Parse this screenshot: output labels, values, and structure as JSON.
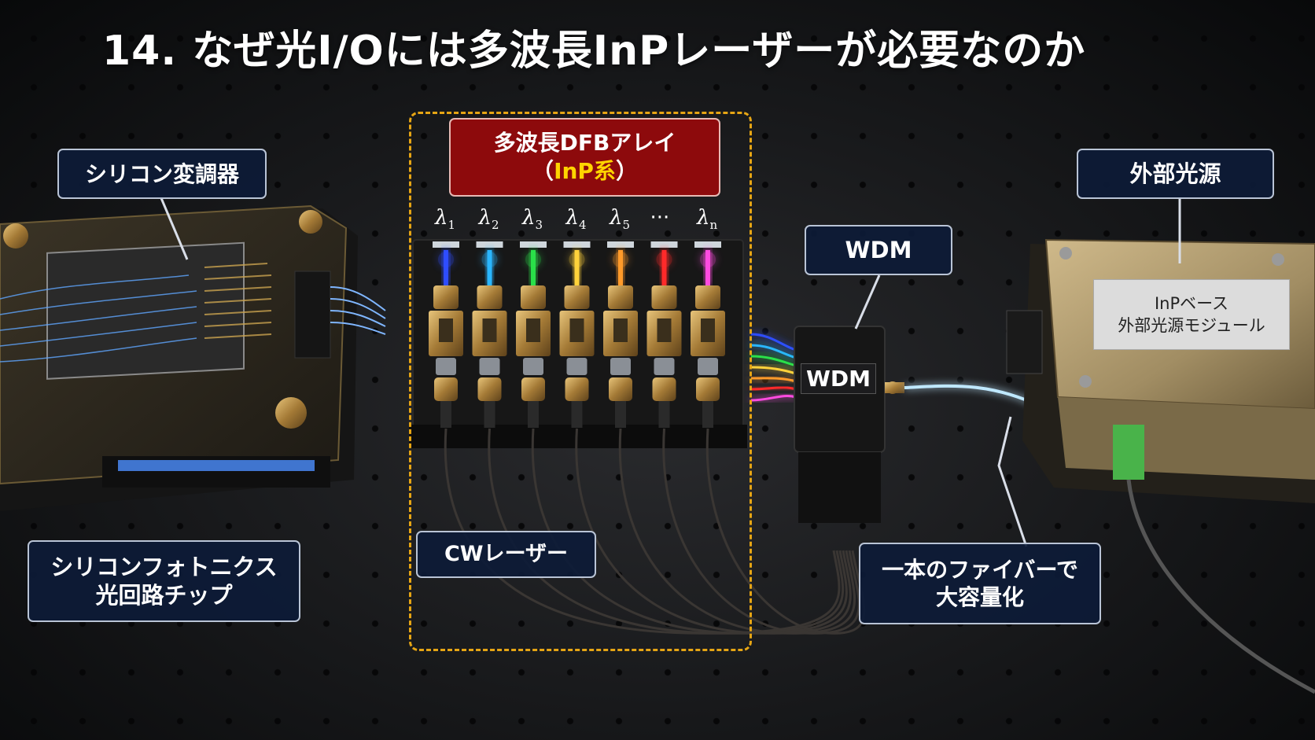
{
  "title": "14. なぜ光I/Oには多波長InPレーザーが必要なのか",
  "callouts": {
    "silicon_modulator": "シリコン変調器",
    "dfb_array_line1": "多波長DFBアレイ",
    "dfb_array_line2_prefix": "（",
    "dfb_array_line2_highlight": "InP系",
    "dfb_array_line2_suffix": "）",
    "wdm": "WDM",
    "external_source": "外部光源",
    "photonics_line1": "シリコンフォトニクス",
    "photonics_line2": "光回路チップ",
    "cw_laser": "CWレーザー",
    "fiber_line1": "一本のファイバーで",
    "fiber_line2": "大容量化"
  },
  "lambdas": [
    {
      "symbol": "λ",
      "sub": "1"
    },
    {
      "symbol": "λ",
      "sub": "2"
    },
    {
      "symbol": "λ",
      "sub": "3"
    },
    {
      "symbol": "λ",
      "sub": "4"
    },
    {
      "symbol": "λ",
      "sub": "5"
    },
    {
      "symbol": "···",
      "sub": ""
    },
    {
      "symbol": "λ",
      "sub": "n"
    }
  ],
  "laser_colors": [
    "#2f4dff",
    "#29b6ff",
    "#29e04a",
    "#ffd23a",
    "#ff9a2a",
    "#ff2a2a",
    "#ff4be0"
  ],
  "device_labels": {
    "wdm_box": "WDM",
    "module_line1": "InPベース",
    "module_line2": "外部光源モジュール"
  },
  "colors": {
    "callout_bg": "#0d1b37",
    "red_callout_bg": "#8d0a0c",
    "highlight": "#ffd400",
    "dashed_border": "#e6a514"
  }
}
